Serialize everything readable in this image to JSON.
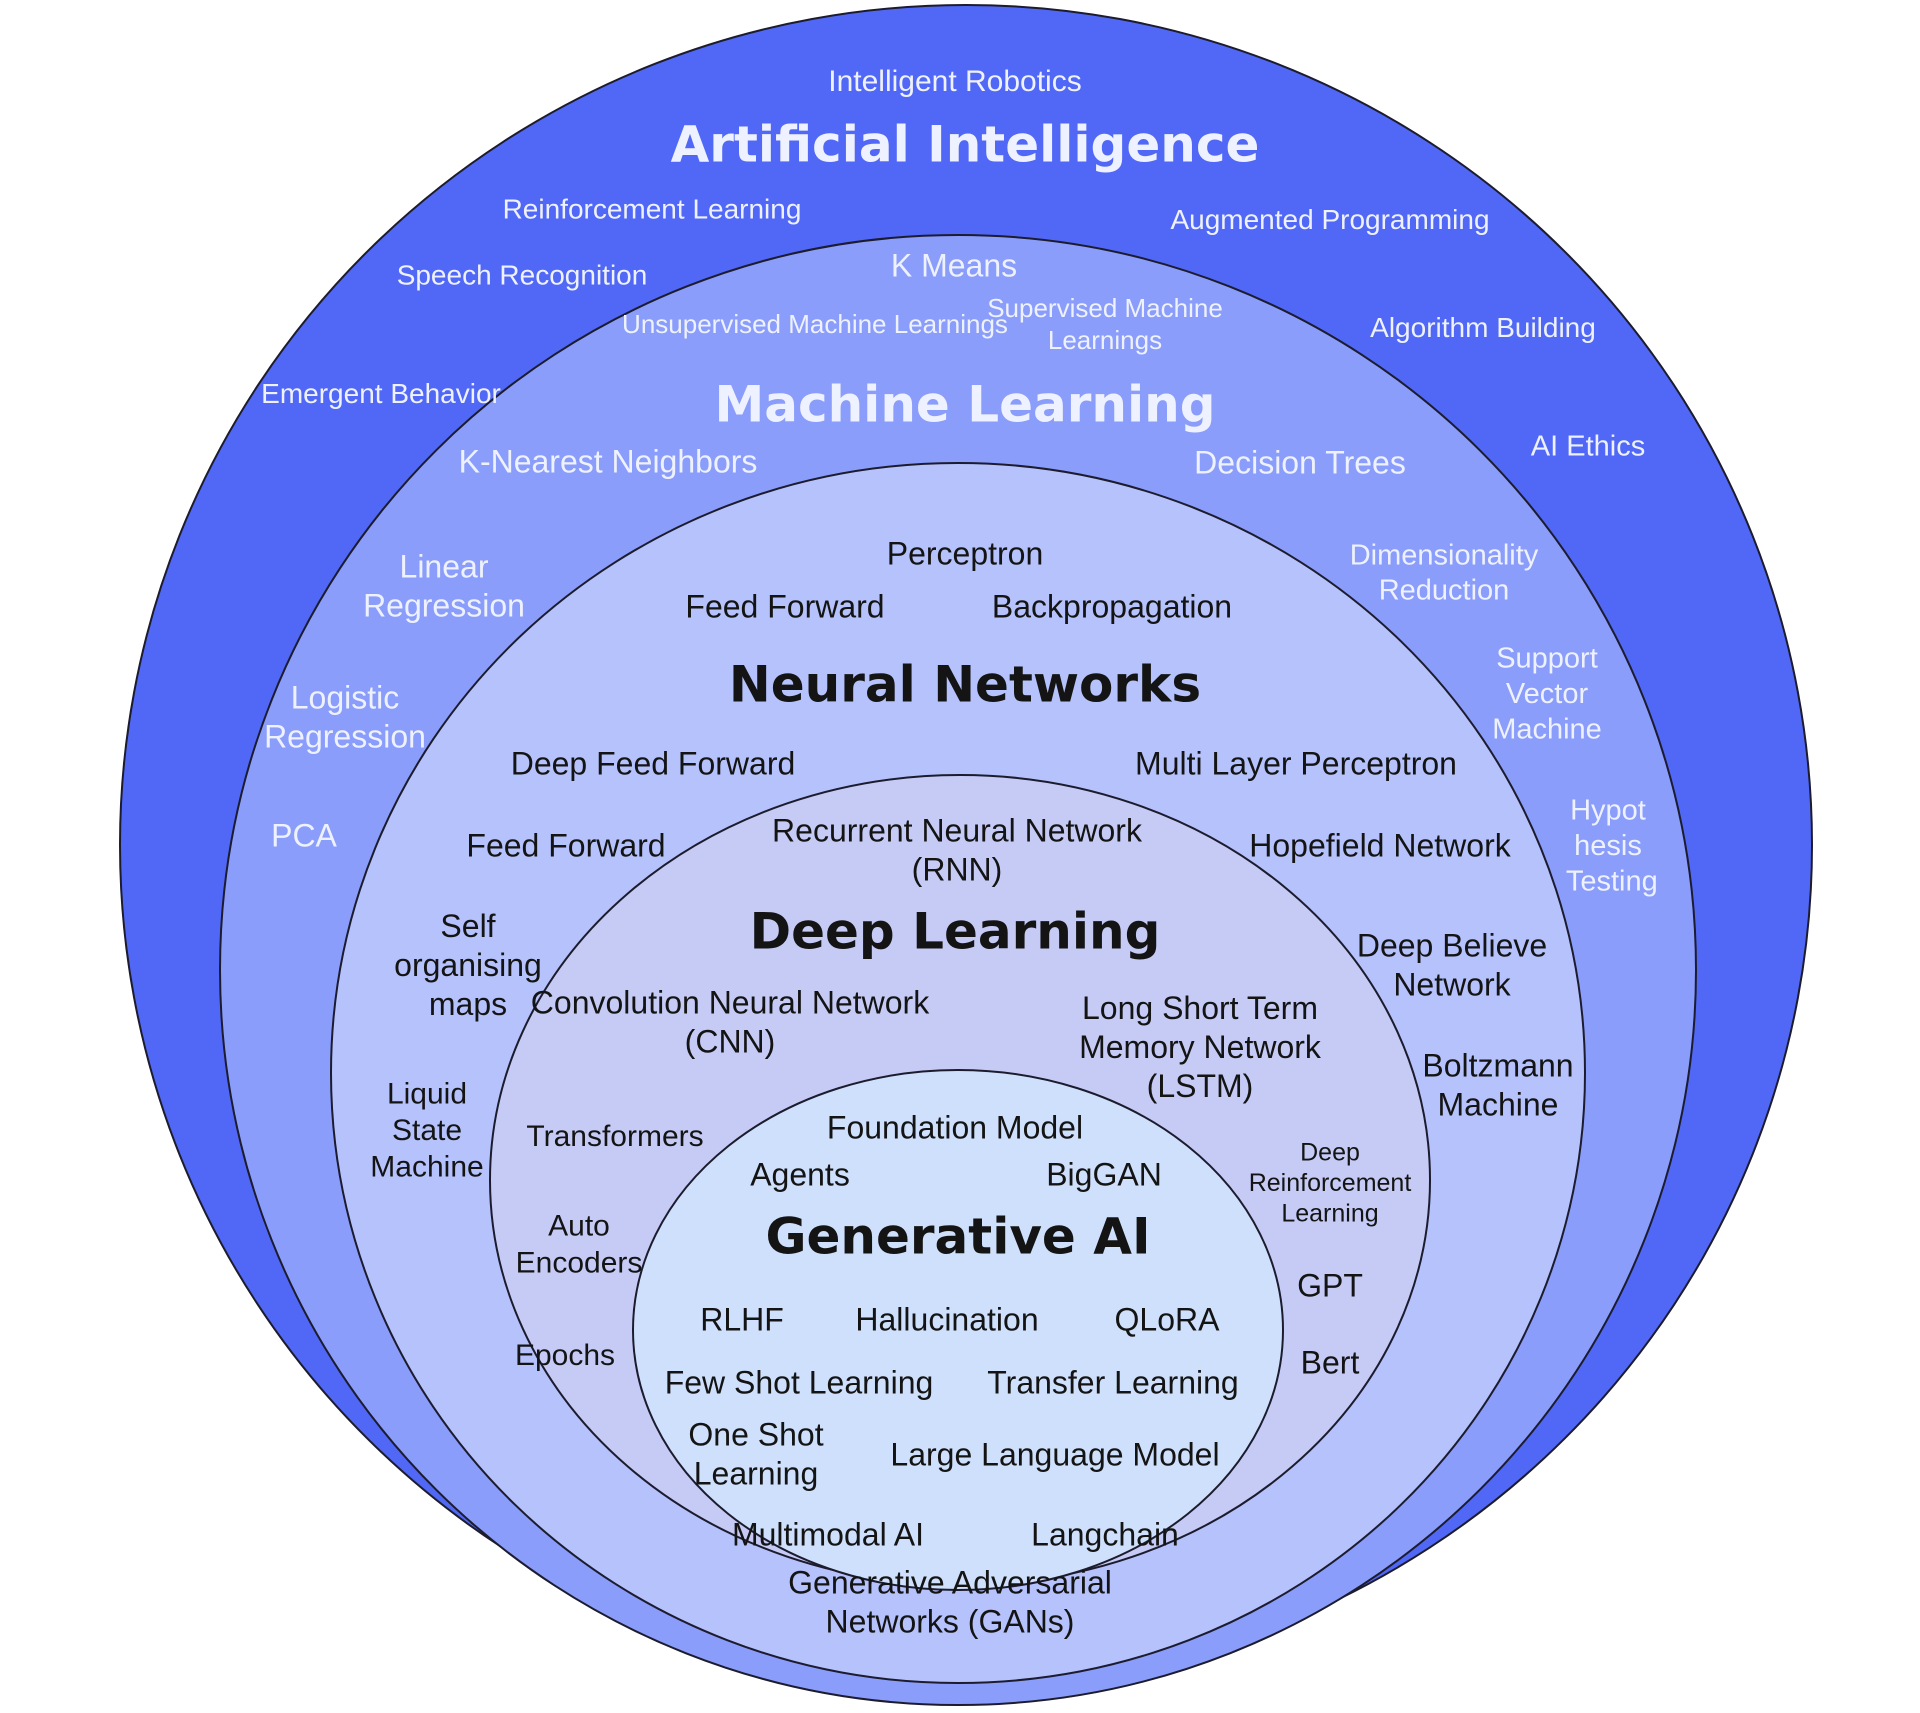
{
  "colors": {
    "ring_ai": "#5068f5",
    "ring_ml": "#8a9dfa",
    "ring_nn": "#b5c2fb",
    "ring_dl": "#c6cbf6",
    "ring_genai": "#cfe0fc",
    "outline": "#1c1c2e",
    "light_text": "#eef1ff",
    "dark_text": "#141414"
  },
  "rings": [
    {
      "id": "ai",
      "title": "Artificial Intelligence"
    },
    {
      "id": "ml",
      "title": "Machine Learning"
    },
    {
      "id": "nn",
      "title": "Neural Networks"
    },
    {
      "id": "dl",
      "title": "Deep Learning"
    },
    {
      "id": "genai",
      "title": "Generative AI"
    }
  ],
  "terms": {
    "ai": [
      "Intelligent Robotics",
      "Reinforcement Learning",
      "Speech Recognition",
      "Emergent Behavior",
      "Augmented Programming",
      "Algorithm Building",
      "AI Ethics"
    ],
    "ml": [
      "K Means",
      "Unsupervised Machine Learnings",
      "Supervised Machine Learnings",
      "K-Nearest Neighbors",
      "Decision Trees",
      "Linear Regression",
      "Logistic Regression",
      "PCA",
      "Dimensionality Reduction",
      "Support Vector Machine",
      "Hypothesis Testing"
    ],
    "nn": [
      "Perceptron",
      "Feed Forward",
      "Backpropagation",
      "Deep Feed Forward",
      "Multi Layer Perceptron",
      "Feed Forward",
      "Hopefield Network",
      "Self organising maps",
      "Deep Believe Network",
      "Boltzmann Machine",
      "Liquid State Machine"
    ],
    "dl": [
      "Recurrent Neural Network (RNN)",
      "Convolution Neural Network (CNN)",
      "Long Short Term Memory Network (LSTM)",
      "Transformers",
      "Deep Reinforcement Learning",
      "Auto Encoders",
      "GPT",
      "Epochs",
      "Bert"
    ],
    "genai": [
      "Foundation Model",
      "Agents",
      "BigGAN",
      "RLHF",
      "Hallucination",
      "QLoRA",
      "Few Shot Learning",
      "Transfer Learning",
      "One Shot Learning",
      "Large Language Model",
      "Multimodal AI",
      "Langchain",
      "Generative Adversarial Networks (GANs)"
    ]
  }
}
